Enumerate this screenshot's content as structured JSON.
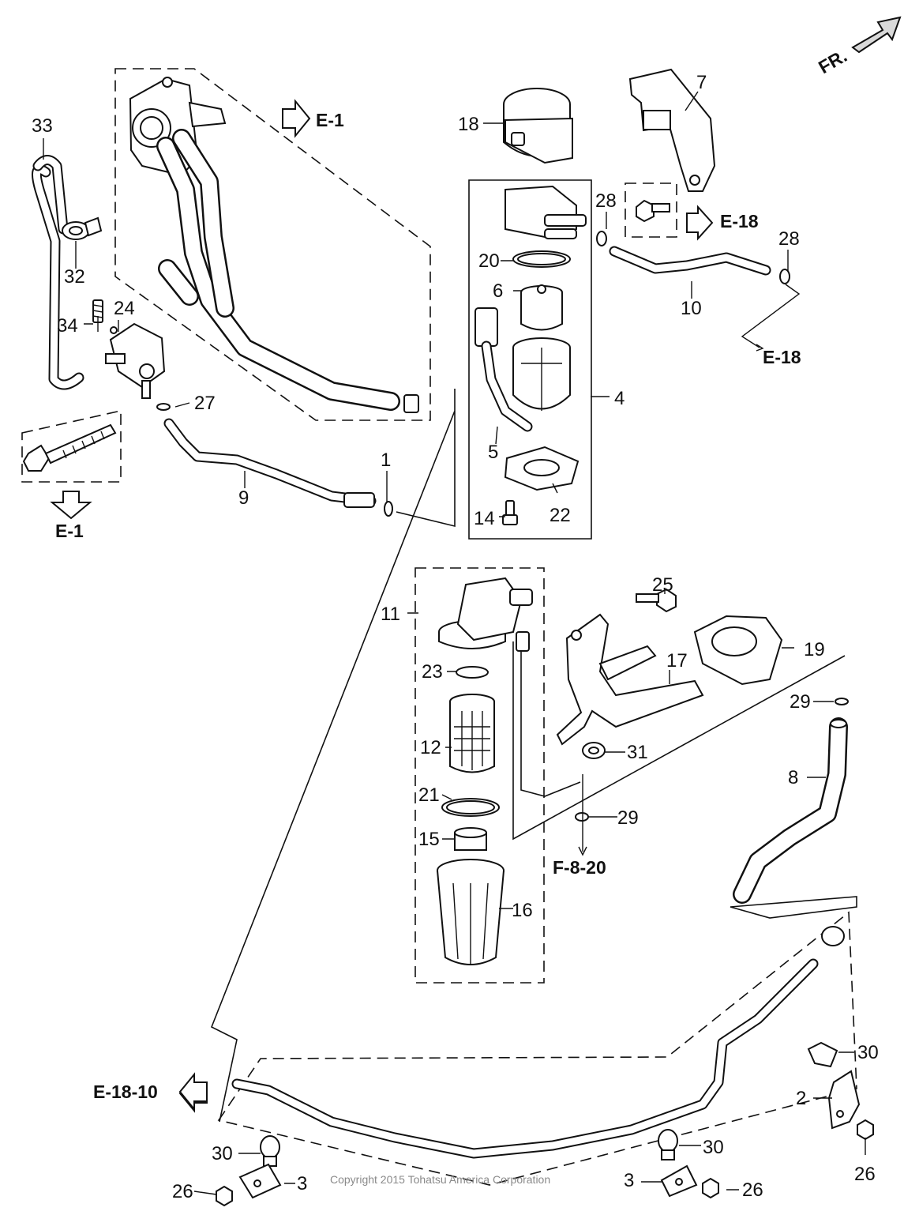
{
  "header": {
    "front_label": "FR."
  },
  "callouts": {
    "c1": "1",
    "c2": "2",
    "c3a": "3",
    "c3b": "3",
    "c4": "4",
    "c5": "5",
    "c6": "6",
    "c7": "7",
    "c8": "8",
    "c9": "9",
    "c10": "10",
    "c11": "11",
    "c12": "12",
    "c14": "14",
    "c15": "15",
    "c16": "16",
    "c17": "17",
    "c18": "18",
    "c19": "19",
    "c20": "20",
    "c21": "21",
    "c22": "22",
    "c23": "23",
    "c24": "24",
    "c25": "25",
    "c26a": "26",
    "c26b": "26",
    "c26c": "26",
    "c27": "27",
    "c28a": "28",
    "c28b": "28",
    "c29a": "29",
    "c29b": "29",
    "c30a": "30",
    "c30b": "30",
    "c30c": "30",
    "c31": "31",
    "c32": "32",
    "c33": "33",
    "c34": "34"
  },
  "references": {
    "e1_top": "E-1",
    "e1_bottom": "E-1",
    "e18_top": "E-18",
    "e18_mid": "E-18",
    "f8_20": "F-8-20",
    "e18_10": "E-18-10"
  },
  "footer": {
    "copyright": "Copyright 2015 Tohatsu America Corporation"
  },
  "colors": {
    "line": "#111111",
    "copyright_text": "#8a8a8a",
    "shade": "#d9d9d9"
  }
}
